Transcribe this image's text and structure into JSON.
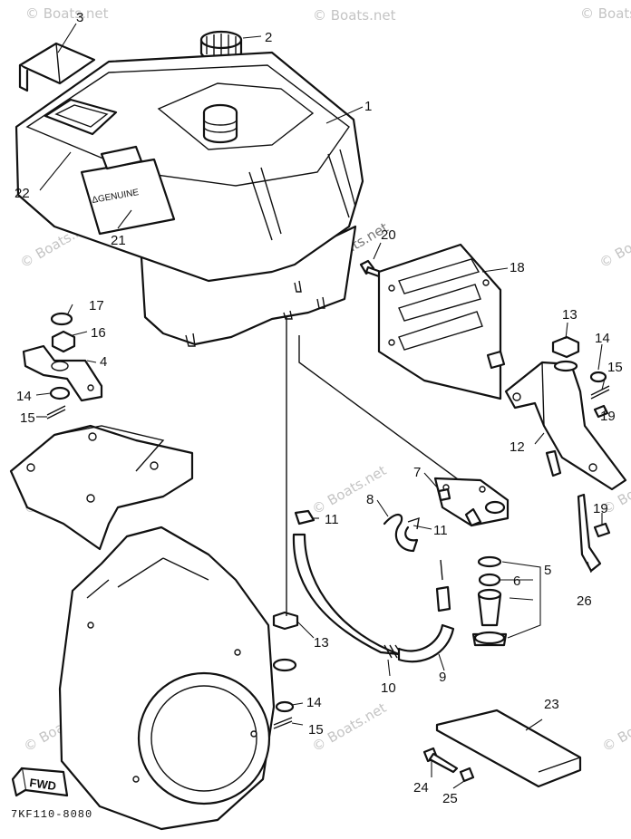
{
  "watermark": {
    "text": "© Boats.net"
  },
  "diagram_code": "7KF110-8080",
  "fwd_label": "FWD",
  "decal_label": "ΔGENUINE",
  "callouts": {
    "c1": "1",
    "c2": "2",
    "c3": "3",
    "c4": "4",
    "c5": "5",
    "c6": "6",
    "c7": "7",
    "c8": "8",
    "c9": "9",
    "c10": "10",
    "c11a": "11",
    "c11b": "11",
    "c12": "12",
    "c13a": "13",
    "c13b": "13",
    "c14a": "14",
    "c14b": "14",
    "c14c": "14",
    "c15a": "15",
    "c15b": "15",
    "c15c": "15",
    "c16": "16",
    "c17": "17",
    "c18": "18",
    "c19a": "19",
    "c19b": "19",
    "c20": "20",
    "c21": "21",
    "c22": "22",
    "c23": "23",
    "c24": "24",
    "c25": "25",
    "c26": "26"
  }
}
